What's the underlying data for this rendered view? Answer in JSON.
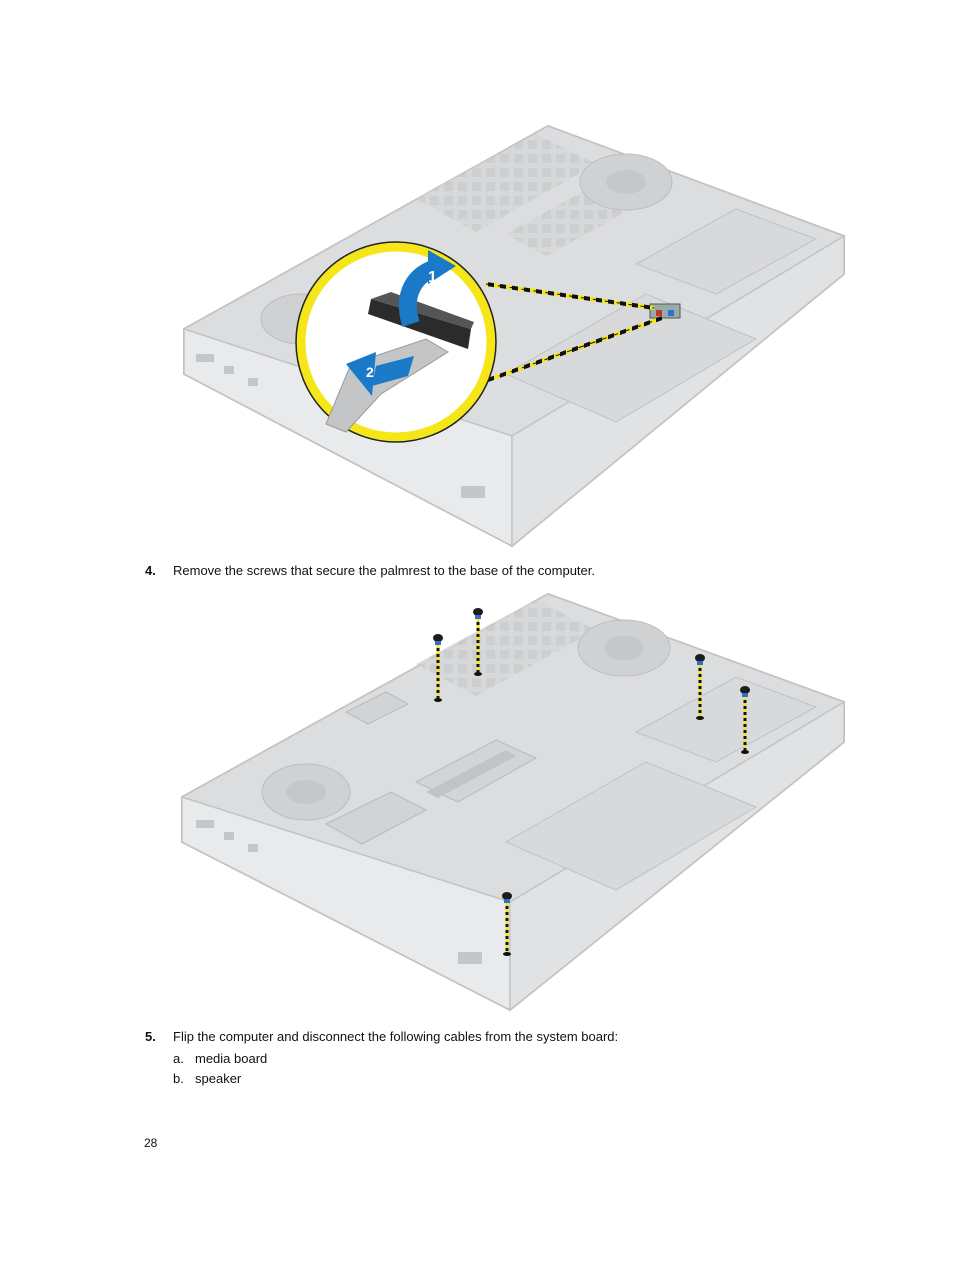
{
  "steps": [
    {
      "number": "4.",
      "text": "Remove the screws that secure the palmrest to the base of the computer."
    },
    {
      "number": "5.",
      "text": "Flip the computer and disconnect the following cables from the system board:"
    }
  ],
  "substeps": [
    {
      "label": "a.",
      "text": "media board"
    },
    {
      "label": "b.",
      "text": "speaker"
    }
  ],
  "callout": {
    "arrow1": "1",
    "arrow2": "2"
  },
  "page_number": "28",
  "colors": {
    "callout_ring": "#f5e61a",
    "arrow_blue": "#1a7ac8",
    "chassis": "#dadbdc",
    "outline": "#b9bbbd"
  }
}
